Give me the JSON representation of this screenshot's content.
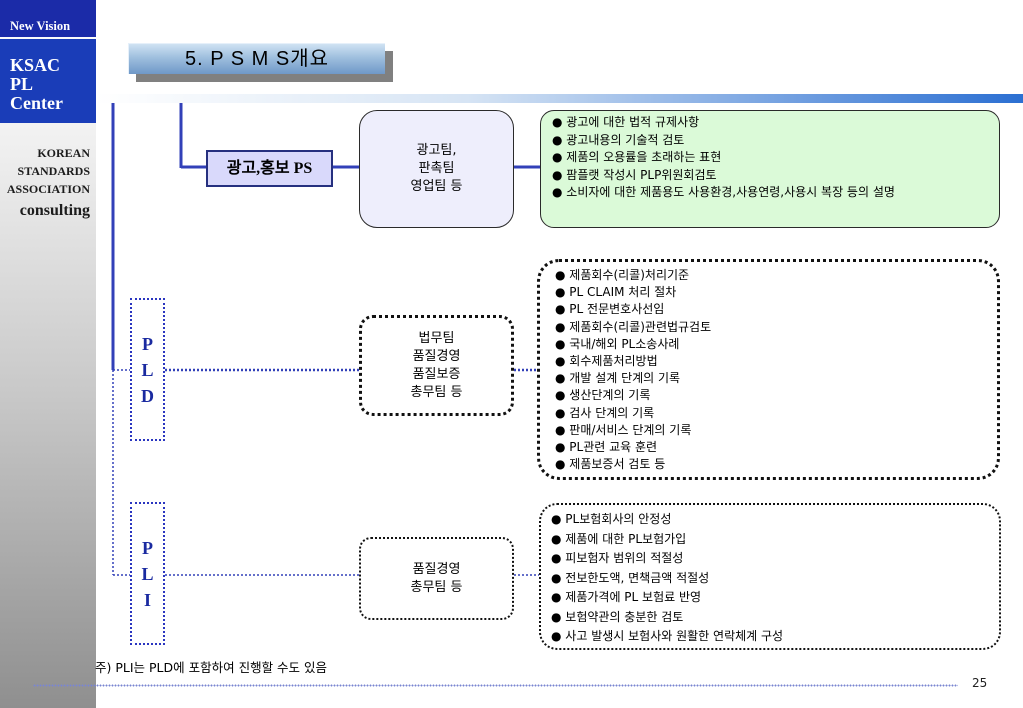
{
  "sidebar": {
    "tag": "New Vision",
    "name_lines": [
      "KSAC",
      "PL",
      "Center"
    ],
    "org_lines": [
      "KOREAN",
      "STANDARDS",
      "ASSOCIATION",
      "consulting"
    ]
  },
  "title": "5. P S M S개요",
  "advertising": {
    "label": "광고,홍보 PS",
    "teams": [
      "광고팀,",
      "판촉팀",
      "영업팀 등"
    ],
    "items": [
      "광고에 대한 법적 규제사항",
      "광고내용의 기술적 검토",
      "제품의 오용률을 초래하는 표현",
      "팜플랫 작성시  PLP위원회검토",
      "소비자에 대한 제품용도 사용환경,사용연령,사용시 복장 등의 설명"
    ]
  },
  "pld": {
    "label": [
      "P",
      "L",
      "D"
    ],
    "teams": [
      "법무팀",
      "품질경영",
      "품질보증",
      "총무팀 등"
    ],
    "items": [
      "제품회수(리콜)처리기준",
      "PL CLAIM 처리 절차",
      "PL 전문변호사선임",
      "제품회수(리콜)관련법규검토",
      "국내/해외 PL소송사례",
      "회수제품처리방법",
      "개발 설계 단계의 기록",
      "생산단계의 기록",
      "검사 단계의 기록",
      "판매/서비스 단계의 기록",
      "PL관련 교육 훈련",
      "제품보증서 검토 등"
    ]
  },
  "pli": {
    "label": [
      "P",
      "L",
      "I"
    ],
    "teams": [
      "품질경영",
      "총무팀 등"
    ],
    "items": [
      "PL보험회사의 안정성",
      "제품에 대한 PL보험가입",
      "피보험자 범위의 적절성",
      "전보한도액, 면책금액 적절성",
      "제품가격에 PL 보험료 반영",
      "보험약관의 충분한 검토",
      "사고 발생시 보험사와 원활한 연락체계 구성"
    ]
  },
  "footnote": "주) PLI는 PLD에 포함하여 진행할 수도 있음",
  "page_number": "25",
  "colors": {
    "accent": "#1a3db8",
    "connector": "#3240b8",
    "ad_list_bg": "#dbfad8",
    "team_bg": "#eeeefc"
  }
}
